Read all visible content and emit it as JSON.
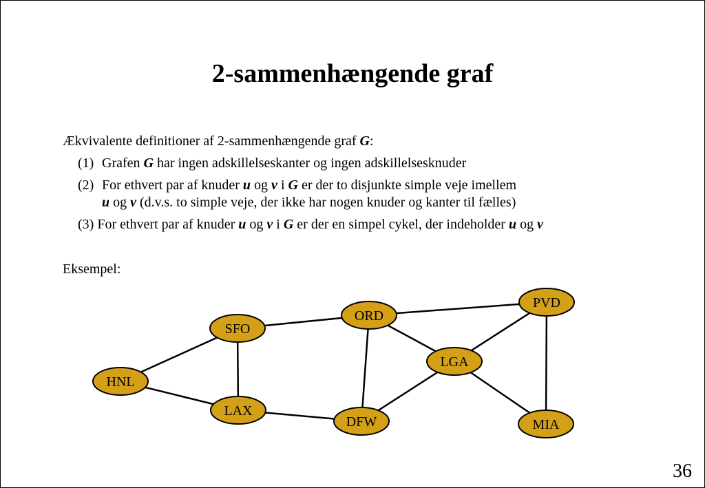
{
  "slide": {
    "title": "2-sammenhængende graf",
    "intro": {
      "text": "Ækvivalente definitioner af 2-sammenhængende graf ",
      "symbol": "G",
      "suffix": ":"
    },
    "definitions": [
      {
        "num": "(1)",
        "parts": [
          "Grafen ",
          "G",
          " har ingen adskillelseskanter og ingen adskillelsesknuder"
        ]
      },
      {
        "num": "(2)",
        "parts": [
          "For ethvert par af knuder ",
          "u",
          " og ",
          "v",
          " i ",
          "G",
          " er der to disjunkte simple veje imellem"
        ],
        "continuation": [
          "u",
          " og ",
          "v",
          " (d.v.s. to simple veje, der ikke har nogen knuder og kanter til fælles)"
        ]
      },
      {
        "num": "(3)",
        "parts": [
          "For ethvert par af knuder ",
          "u",
          " og ",
          "v",
          " i ",
          "G",
          " er der en simpel cykel, der indeholder ",
          "u",
          " og ",
          "v"
        ]
      }
    ],
    "example_label": "Eksempel:",
    "page_number": "36"
  },
  "graph": {
    "node_color": "#d4a017",
    "nodes": [
      "PVD",
      "ORD",
      "SFO",
      "LGA",
      "HNL",
      "LAX",
      "DFW",
      "MIA"
    ],
    "edges": [
      [
        "SFO",
        "ORD"
      ],
      [
        "ORD",
        "PVD"
      ],
      [
        "SFO",
        "HNL"
      ],
      [
        "SFO",
        "LAX"
      ],
      [
        "HNL",
        "LAX"
      ],
      [
        "LAX",
        "DFW"
      ],
      [
        "ORD",
        "DFW"
      ],
      [
        "ORD",
        "LGA"
      ],
      [
        "DFW",
        "LGA"
      ],
      [
        "LGA",
        "PVD"
      ],
      [
        "LGA",
        "MIA"
      ],
      [
        "PVD",
        "MIA"
      ]
    ]
  }
}
